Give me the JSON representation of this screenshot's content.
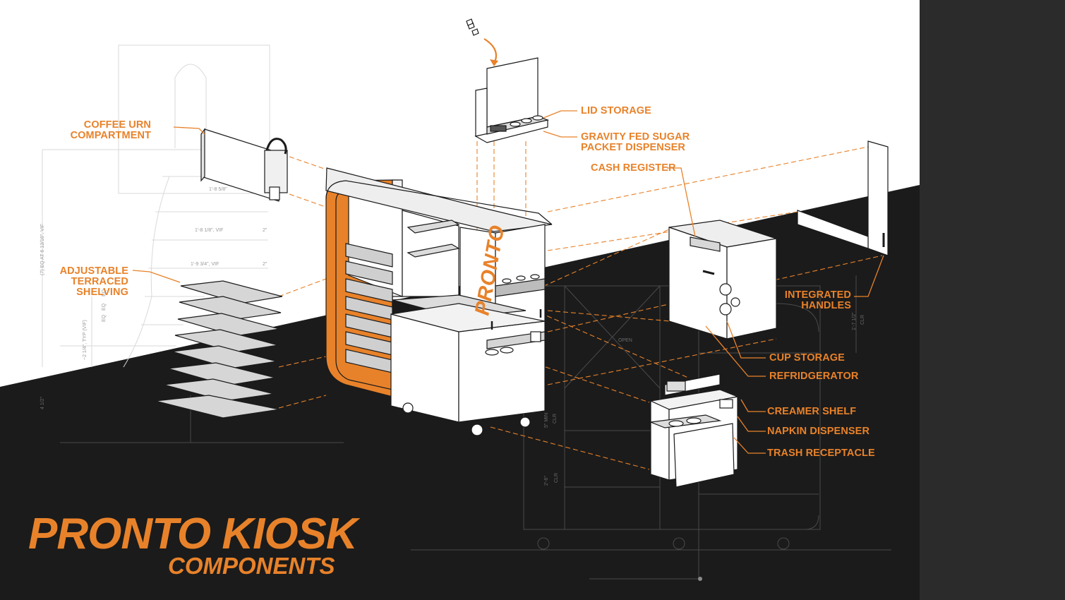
{
  "title": {
    "main": "PRONTO KIOSK",
    "sub": "COMPONENTS"
  },
  "brand_mark": "PRONTO",
  "colors": {
    "accent": "#e8822a",
    "background_dark": "#1b1b1b",
    "background_light": "#ffffff",
    "panel": "#2b2b2b"
  },
  "labels": {
    "coffee_urn": "COFFEE URN\nCOMPARTMENT",
    "adjustable_shelving": "ADJUSTABLE\nTERRACED SHELVING",
    "lid_storage": "LID STORAGE",
    "sugar_dispenser": "GRAVITY FED SUGAR\nPACKET DISPENSER",
    "cash_register": "CASH REGISTER",
    "integrated_handles": "INTEGRATED\nHANDLES",
    "cup_storage": "CUP STORAGE",
    "refrigerator": "REFRIDGERATOR",
    "creamer_shelf": "CREAMER SHELF",
    "napkin_dispenser": "NAPKIN DISPENSER",
    "trash_receptacle": "TRASH RECEPTACLE"
  },
  "dimensions": {
    "d1": "1'-8 5/8\"",
    "d2": "1'-8 1/8\", VIF",
    "d3": "1'-9 3/4\", VIF",
    "d4": "2\"",
    "d5": "2\"",
    "d6": "(7) EQ AT 6 13/16\", VIF",
    "d7": "EQ",
    "d8": "EQ",
    "d9": "EQ",
    "d10": "~2 1/4\", TYP (VIF)",
    "d11": "4 1/2\"",
    "open": "OPEN",
    "d12": "1'-7 1/2\"",
    "d13": "CLR",
    "d14": "5\" MIN",
    "d15": "CLR",
    "d16": "2'-6\"",
    "d17": "CLR"
  }
}
